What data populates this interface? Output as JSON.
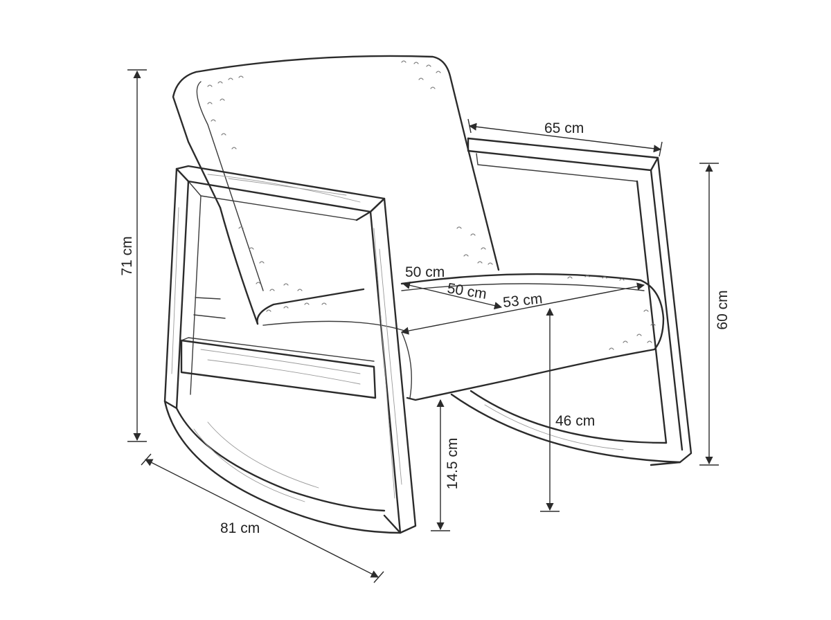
{
  "dimensions": {
    "back_width": "65 cm",
    "total_height": "71 cm",
    "back_height": "60 cm",
    "seat_depth_a": "50 cm",
    "seat_depth_b": "50 cm",
    "seat_width": "53 cm",
    "seat_height": "46 cm",
    "rocker_clearance": "14.5 cm",
    "total_depth": "81 cm"
  },
  "colors": {
    "stroke": "#2b2b2b",
    "background": "#ffffff"
  }
}
